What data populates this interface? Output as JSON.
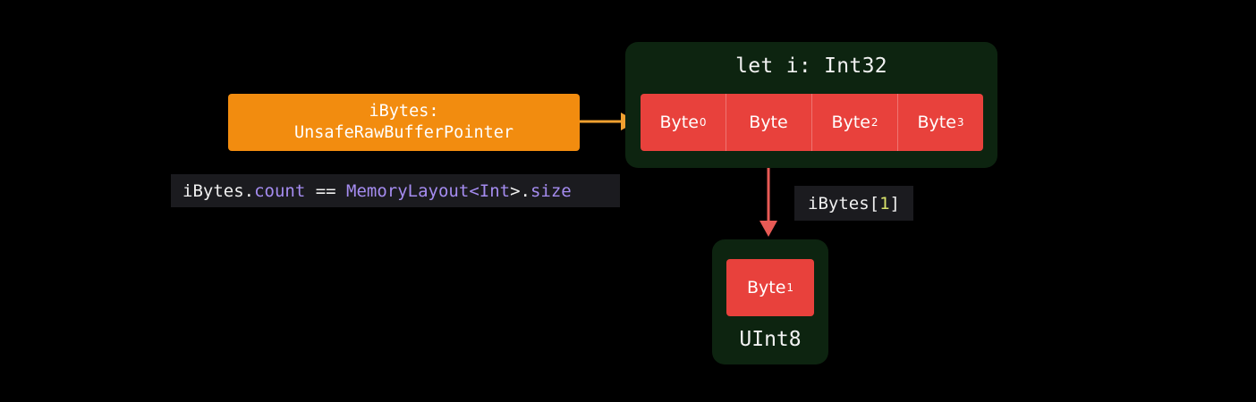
{
  "int32": {
    "title": "let i: Int32",
    "bytes": [
      {
        "base": "Byte",
        "sub": "0"
      },
      {
        "base": "Byte",
        "sub": ""
      },
      {
        "base": "Byte",
        "sub": "2"
      },
      {
        "base": "Byte",
        "sub": "3"
      }
    ]
  },
  "pointer": {
    "line1": "iBytes:",
    "line2": "UnsafeRawBufferPointer"
  },
  "count_expr": {
    "part1": "iBytes.",
    "part2": "count",
    "part3": " == ",
    "part4": "MemoryLayout<",
    "part5": "Int",
    "part6": ">.",
    "part7": "size"
  },
  "subscript_expr": {
    "prefix": "iBytes[",
    "index": "1",
    "suffix": "]"
  },
  "uint8": {
    "byte_base": "Byte",
    "byte_sub": "1",
    "label": "UInt8"
  },
  "colors": {
    "byte_red": "#e8413c",
    "pointer_orange": "#f28c0f",
    "container_green": "#0d2410",
    "arrow_orange": "#f0a030",
    "arrow_red": "#e85a55",
    "keyword_purple": "#a58cf0"
  }
}
